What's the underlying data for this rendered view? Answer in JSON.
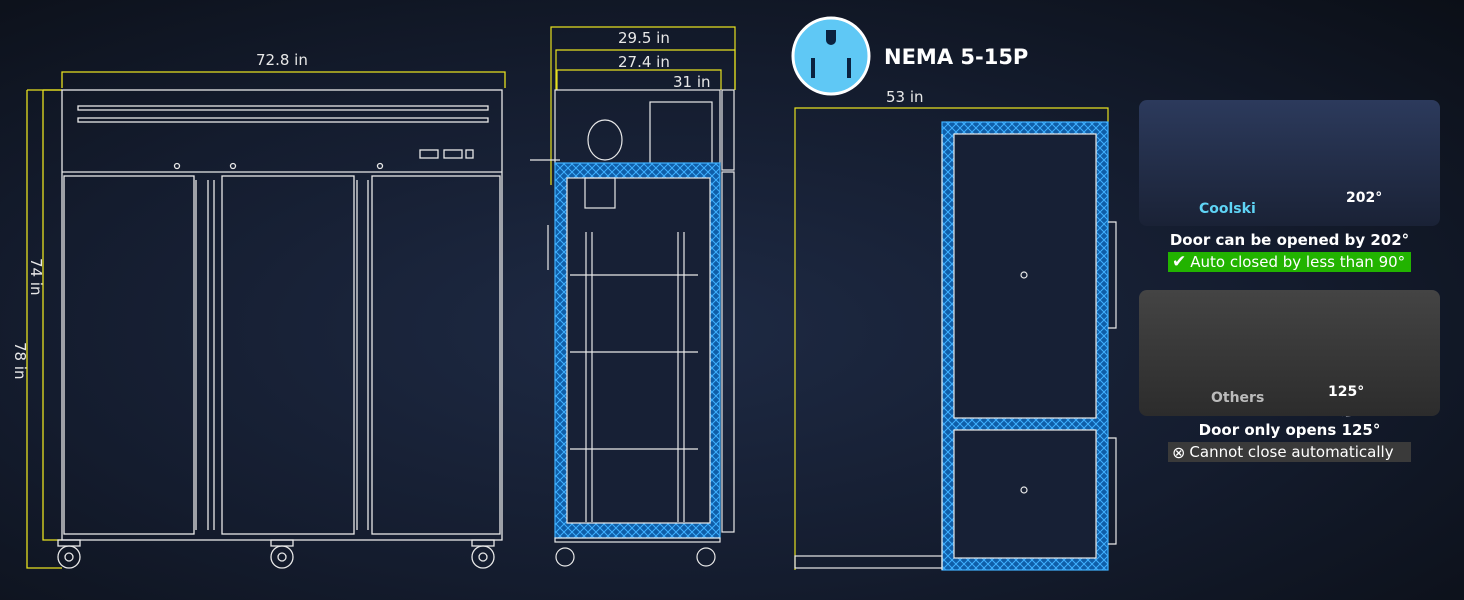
{
  "front_view": {
    "width_label": "72.8 in",
    "height_label_1": "74 in",
    "height_label_2": "78 in"
  },
  "side_view": {
    "depth_label_1": "29.5 in",
    "depth_label_2": "27.4 in",
    "depth_label_3": "31 in"
  },
  "plug": {
    "label": "NEMA 5-15P"
  },
  "top_view": {
    "width_label": "53 in"
  },
  "comparison": {
    "coolski": {
      "brand": "Coolski",
      "angle": "202°",
      "caption": "Door can be opened by 202°",
      "badge": "Auto closed by less than 90°",
      "badge_color": "#22b300"
    },
    "others": {
      "brand": "Others",
      "angle": "125°",
      "caption": "Door only opens 125°",
      "badge": "Cannot close automatically",
      "badge_color": "#3a3a3a"
    }
  },
  "colors": {
    "dimension_line": "#e6e020",
    "insulation": "#1aa3ff",
    "accent": "#1a7fb3"
  }
}
